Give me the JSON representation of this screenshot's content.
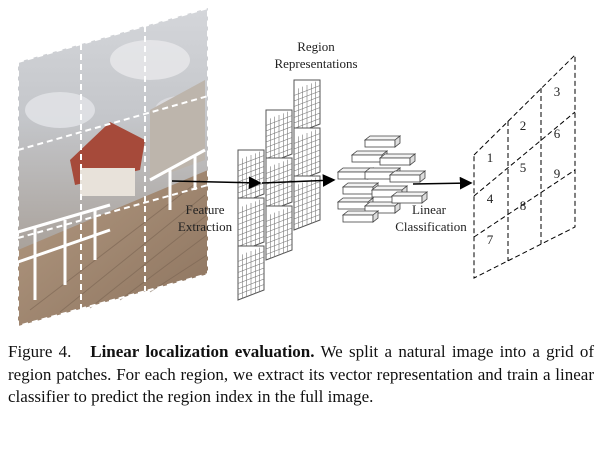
{
  "figure": {
    "label_region_line1": "Region",
    "label_region_line2": "Representations",
    "label_feature_line1": "Feature",
    "label_feature_line2": "Extraction",
    "label_linear_line1": "Linear",
    "label_linear_line2": "Classification",
    "grid_numbers": [
      "1",
      "2",
      "3",
      "4",
      "5",
      "6",
      "7",
      "8",
      "9"
    ]
  },
  "caption": {
    "prefix": "Figure 4.",
    "title": "Linear localization evaluation.",
    "body": "We split a natural image into a grid of region patches. For each region, we extract its vector representation and train a linear classifier to predict the region index in the full image."
  }
}
